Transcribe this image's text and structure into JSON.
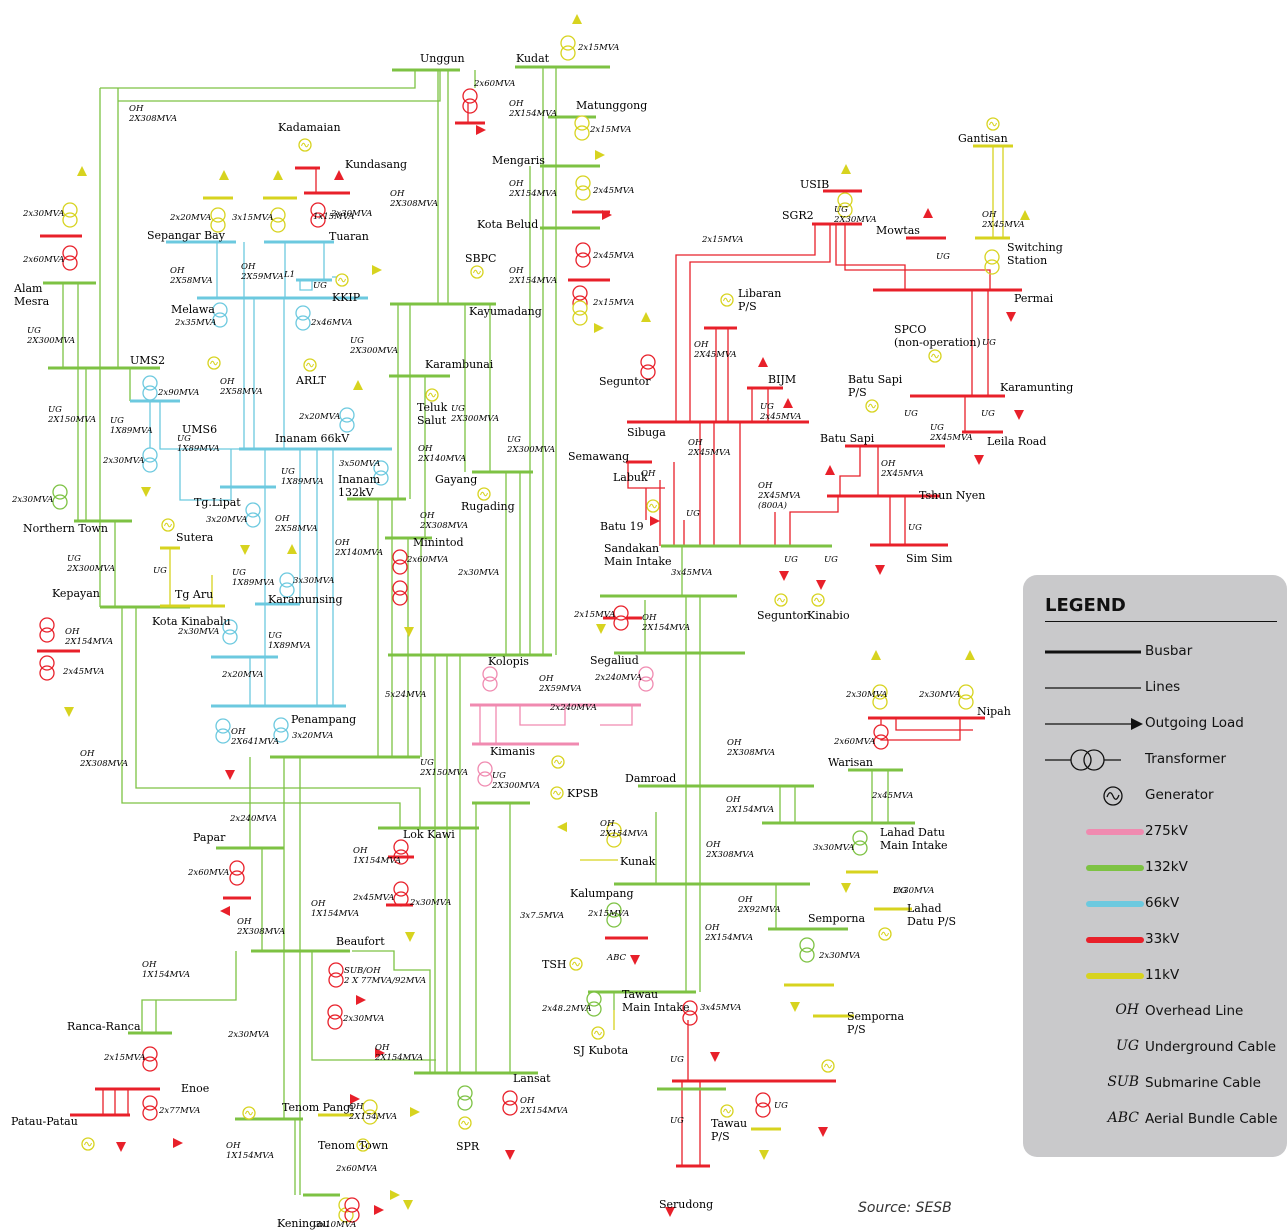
{
  "colors": {
    "kv275": "#f08ab0",
    "kv132": "#7dc243",
    "kv66": "#6cc9df",
    "kv33": "#e8202a",
    "kv11": "#d7d31f",
    "black": "#111111"
  },
  "labels": [
    {
      "id": "unggun",
      "text": "Unggun"
    },
    {
      "id": "kudat",
      "text": "Kudat"
    },
    {
      "id": "matunggong",
      "text": "Matunggong"
    },
    {
      "id": "mengaris",
      "text": "Mengaris"
    },
    {
      "id": "kotabelud",
      "text": "Kota Belud"
    },
    {
      "id": "kadamaian",
      "text": "Kadamaian"
    },
    {
      "id": "kundasang",
      "text": "Kundasang"
    },
    {
      "id": "tuaran",
      "text": "Tuaran"
    },
    {
      "id": "sepangar",
      "text": "Sepangar Bay"
    },
    {
      "id": "kkip",
      "text": "KKIP"
    },
    {
      "id": "alammesra",
      "text": "Alam\nMesra"
    },
    {
      "id": "melawa",
      "text": "Melawa"
    },
    {
      "id": "arlt",
      "text": "ARLT"
    },
    {
      "id": "ums2",
      "text": "UMS2"
    },
    {
      "id": "ums6",
      "text": "UMS6"
    },
    {
      "id": "inanam66",
      "text": "Inanam 66kV"
    },
    {
      "id": "inanam132",
      "text": "Inanam\n132kV"
    },
    {
      "id": "sbpc",
      "text": "SBPC"
    },
    {
      "id": "kayumadang",
      "text": "Kayumadang"
    },
    {
      "id": "karambunai",
      "text": "Karambunai"
    },
    {
      "id": "teluk",
      "text": "Teluk\nSalut"
    },
    {
      "id": "gayang",
      "text": "Gayang"
    },
    {
      "id": "rugading",
      "text": "Rugading"
    },
    {
      "id": "minintod",
      "text": "Minintod"
    },
    {
      "id": "northern",
      "text": "Northern Town"
    },
    {
      "id": "tglipat",
      "text": "Tg.Lipat"
    },
    {
      "id": "sutera",
      "text": "Sutera"
    },
    {
      "id": "tgaru",
      "text": "Tg Aru"
    },
    {
      "id": "kepayan",
      "text": "Kepayan"
    },
    {
      "id": "karamunsing",
      "text": "Karamunsing"
    },
    {
      "id": "kotakinabalu",
      "text": "Kota Kinabalu"
    },
    {
      "id": "penampang",
      "text": "Penampang"
    },
    {
      "id": "kolopis",
      "text": "Kolopis"
    },
    {
      "id": "kimanis",
      "text": "Kimanis"
    },
    {
      "id": "kpsb",
      "text": "KPSB"
    },
    {
      "id": "lokkawi",
      "text": "Lok Kawi"
    },
    {
      "id": "papar",
      "text": "Papar"
    },
    {
      "id": "beaufort",
      "text": "Beaufort"
    },
    {
      "id": "rancaranca",
      "text": "Ranca-Ranca"
    },
    {
      "id": "enoe",
      "text": "Enoe"
    },
    {
      "id": "patau",
      "text": "Patau-Patau"
    },
    {
      "id": "tenompangi",
      "text": "Tenom Pangi"
    },
    {
      "id": "tenomtown",
      "text": "Tenom Town"
    },
    {
      "id": "spr",
      "text": "SPR"
    },
    {
      "id": "lansat",
      "text": "Lansat"
    },
    {
      "id": "keningau",
      "text": "Keningau"
    },
    {
      "id": "gantisan",
      "text": "Gantisan"
    },
    {
      "id": "usib",
      "text": "USIB"
    },
    {
      "id": "sgr2",
      "text": "SGR2"
    },
    {
      "id": "mowtas",
      "text": "Mowtas"
    },
    {
      "id": "switching",
      "text": "Switching\nStation"
    },
    {
      "id": "permai",
      "text": "Permai"
    },
    {
      "id": "libaran",
      "text": "Libaran\nP/S"
    },
    {
      "id": "spco",
      "text": "SPCO\n(non-operation)"
    },
    {
      "id": "seguntor1",
      "text": "Seguntor"
    },
    {
      "id": "bijm",
      "text": "BIJM"
    },
    {
      "id": "batusapips",
      "text": "Batu Sapi\nP/S"
    },
    {
      "id": "karamunting",
      "text": "Karamunting"
    },
    {
      "id": "sibuga",
      "text": "Sibuga"
    },
    {
      "id": "batusapi",
      "text": "Batu Sapi"
    },
    {
      "id": "leila",
      "text": "Leila Road"
    },
    {
      "id": "semawang",
      "text": "Semawang"
    },
    {
      "id": "labuk",
      "text": "Labuk"
    },
    {
      "id": "batu19",
      "text": "Batu  19"
    },
    {
      "id": "tshun",
      "text": "Tshun Nyen"
    },
    {
      "id": "sandakan",
      "text": "Sandakan\nMain Intake"
    },
    {
      "id": "simsim",
      "text": "Sim Sim"
    },
    {
      "id": "seguntor2",
      "text": "Seguntor"
    },
    {
      "id": "kinabio",
      "text": "Kinabio"
    },
    {
      "id": "segaliud",
      "text": "Segaliud"
    },
    {
      "id": "nipah",
      "text": "Nipah"
    },
    {
      "id": "warisan",
      "text": "Warisan"
    },
    {
      "id": "damroad",
      "text": "Damroad"
    },
    {
      "id": "kunak",
      "text": "Kunak"
    },
    {
      "id": "lahad",
      "text": "Lahad Datu\nMain Intake"
    },
    {
      "id": "lahadps",
      "text": "Lahad\nDatu P/S"
    },
    {
      "id": "kalumpang",
      "text": "Kalumpang"
    },
    {
      "id": "semporna",
      "text": "Semporna"
    },
    {
      "id": "tsh",
      "text": "TSH"
    },
    {
      "id": "tawau",
      "text": "Tawau\nMain Intake"
    },
    {
      "id": "sjkubota",
      "text": "SJ Kubota"
    },
    {
      "id": "sempornaps",
      "text": "Semporna\nP/S"
    },
    {
      "id": "tawaups",
      "text": "Tawau\nP/S"
    },
    {
      "id": "serudong",
      "text": "Serudong"
    }
  ],
  "captions": [
    {
      "id": "c1",
      "text": "2x30MVA"
    },
    {
      "id": "c2",
      "text": "2x60MVA"
    },
    {
      "id": "c3",
      "text": "OH\n2X154MVA"
    },
    {
      "id": "c4",
      "text": "2x15MVA"
    },
    {
      "id": "c5",
      "text": "OH\n2X308MVA"
    },
    {
      "id": "c6",
      "text": "2x45MVA"
    },
    {
      "id": "c7",
      "text": "OH\n2X154MVA"
    },
    {
      "id": "c8",
      "text": "2x45MVA"
    },
    {
      "id": "c9",
      "text": "2x15MVA"
    },
    {
      "id": "c10",
      "text": "OH\n2X154MVA"
    },
    {
      "id": "c11",
      "text": "2x15MVA"
    },
    {
      "id": "c12",
      "text": "OH\n2X308MVA"
    },
    {
      "id": "c13",
      "text": "2x30MVA"
    },
    {
      "id": "c14",
      "text": "2x60MVA"
    },
    {
      "id": "c15",
      "text": "2x20MVA"
    },
    {
      "id": "c16",
      "text": "3x15MVA"
    },
    {
      "id": "c17",
      "text": "1x15MVA"
    },
    {
      "id": "c18",
      "text": "OH\n2X58MVA"
    },
    {
      "id": "c19",
      "text": "OH\n2X59MVA"
    },
    {
      "id": "c20",
      "text": "L1"
    },
    {
      "id": "c21",
      "text": "UG"
    },
    {
      "id": "c22",
      "text": "2x35MVA"
    },
    {
      "id": "c23",
      "text": "2x46MVA"
    },
    {
      "id": "c24",
      "text": "UG\n2X300MVA"
    },
    {
      "id": "c25",
      "text": "UG\n2X300MVA"
    },
    {
      "id": "c26",
      "text": "2x90MVA"
    },
    {
      "id": "c27",
      "text": "OH\n2X58MVA"
    },
    {
      "id": "c28",
      "text": "UG\n2X150MVA"
    },
    {
      "id": "c29",
      "text": "UG\n1X89MVA"
    },
    {
      "id": "c30",
      "text": "UG\n1X89MVA"
    },
    {
      "id": "c31",
      "text": "2x30MVA"
    },
    {
      "id": "c32",
      "text": "2x30MVA"
    },
    {
      "id": "c33",
      "text": "2x20MVA"
    },
    {
      "id": "c34",
      "text": "3x50MVA"
    },
    {
      "id": "c35",
      "text": "UG\n2X300MVA"
    },
    {
      "id": "c36",
      "text": "UG\n2X300MVA"
    },
    {
      "id": "c37",
      "text": "OH\n2X140MVA"
    },
    {
      "id": "c38",
      "text": "UG\n1X89MVA"
    },
    {
      "id": "c39",
      "text": "OH\n2X58MVA"
    },
    {
      "id": "c40",
      "text": "3x20MVA"
    },
    {
      "id": "c41",
      "text": "OH\n2X140MVA"
    },
    {
      "id": "c42",
      "text": "OH\n2X308MVA"
    },
    {
      "id": "c43",
      "text": "UG\n2X300MVA"
    },
    {
      "id": "c44",
      "text": "UG"
    },
    {
      "id": "c45",
      "text": "UG\n1X89MVA"
    },
    {
      "id": "c46",
      "text": "3x30MVA"
    },
    {
      "id": "c47",
      "text": "UG\n1X89MVA"
    },
    {
      "id": "c48",
      "text": "2x60MVA"
    },
    {
      "id": "c49",
      "text": "2x30MVA"
    },
    {
      "id": "c50",
      "text": "OH\n2X154MVA"
    },
    {
      "id": "c51",
      "text": "2x45MVA"
    },
    {
      "id": "c52",
      "text": "2x30MVA"
    },
    {
      "id": "c53",
      "text": "2x20MVA"
    },
    {
      "id": "c54",
      "text": "OH\n2X59MVA"
    },
    {
      "id": "c55",
      "text": "2x240MVA"
    },
    {
      "id": "c56",
      "text": "OH\n2X641MVA"
    },
    {
      "id": "c57",
      "text": "3x20MVA"
    },
    {
      "id": "c58",
      "text": "5x24MVA"
    },
    {
      "id": "c59",
      "text": "UG\n2X150MVA"
    },
    {
      "id": "c60",
      "text": "OH\n2X308MVA"
    },
    {
      "id": "c61",
      "text": "UG\n2X300MVA"
    },
    {
      "id": "c62",
      "text": "2x240MVA"
    },
    {
      "id": "c63",
      "text": "OH\n1X154MVA"
    },
    {
      "id": "c64",
      "text": "2x60MVA"
    },
    {
      "id": "c65",
      "text": "2x45MVA"
    },
    {
      "id": "c66",
      "text": "2x30MVA"
    },
    {
      "id": "c67",
      "text": "OH\n2X308MVA"
    },
    {
      "id": "c68",
      "text": "OH\n1X154MVA"
    },
    {
      "id": "c69",
      "text": "OH\n1X154MVA"
    },
    {
      "id": "c70",
      "text": "SUB/OH\n2 X 77MVA/92MVA"
    },
    {
      "id": "c71",
      "text": "2x30MVA"
    },
    {
      "id": "c72",
      "text": "2x15MVA"
    },
    {
      "id": "c73",
      "text": "2x77MVA"
    },
    {
      "id": "c74",
      "text": "2x30MVA"
    },
    {
      "id": "c75",
      "text": "OH\n2X154MVA"
    },
    {
      "id": "c76",
      "text": "OH\n1X154MVA"
    },
    {
      "id": "c77",
      "text": "OH\n2X154MVA"
    },
    {
      "id": "c78",
      "text": "3x7.5MVA"
    },
    {
      "id": "c79",
      "text": "OH\n2X154MVA"
    },
    {
      "id": "c80",
      "text": "2x60MVA"
    },
    {
      "id": "c81",
      "text": "3x10MVA"
    },
    {
      "id": "c82",
      "text": "2x15MVA"
    },
    {
      "id": "c83",
      "text": "UG\n2X30MVA"
    },
    {
      "id": "c84",
      "text": "UG"
    },
    {
      "id": "c85",
      "text": "OH\n2X45MVA"
    },
    {
      "id": "c86",
      "text": "UG"
    },
    {
      "id": "c87",
      "text": "OH\n2X45MVA"
    },
    {
      "id": "c88",
      "text": "UG\n2x45MVA"
    },
    {
      "id": "c89",
      "text": "UG"
    },
    {
      "id": "c90",
      "text": "UG\n2X45MVA"
    },
    {
      "id": "c91",
      "text": "UG"
    },
    {
      "id": "c92",
      "text": "OH\n2X45MVA"
    },
    {
      "id": "c93",
      "text": "OH\n2X45MVA"
    },
    {
      "id": "c94",
      "text": "OH"
    },
    {
      "id": "c95",
      "text": "UG"
    },
    {
      "id": "c96",
      "text": "OH\n2X45MVA\n(800A)"
    },
    {
      "id": "c97",
      "text": "UG"
    },
    {
      "id": "c98",
      "text": "UG"
    },
    {
      "id": "c99",
      "text": "UG"
    },
    {
      "id": "c100",
      "text": "3x45MVA"
    },
    {
      "id": "c101",
      "text": "2x15MVA"
    },
    {
      "id": "c102",
      "text": "OH\n2X154MVA"
    },
    {
      "id": "c103",
      "text": "2x240MVA"
    },
    {
      "id": "c104",
      "text": "2x30MVA"
    },
    {
      "id": "c105",
      "text": "2x30MVA"
    },
    {
      "id": "c106",
      "text": "2x60MVA"
    },
    {
      "id": "c107",
      "text": "OH\n2X308MVA"
    },
    {
      "id": "c108",
      "text": "OH\n2X154MVA"
    },
    {
      "id": "c109",
      "text": "2x45MVA"
    },
    {
      "id": "c110",
      "text": "OH\n2X154MVA"
    },
    {
      "id": "c111",
      "text": "3x30MVA"
    },
    {
      "id": "c112",
      "text": "OH\n2X308MVA"
    },
    {
      "id": "c113",
      "text": "UG"
    },
    {
      "id": "c114",
      "text": "2x15MVA"
    },
    {
      "id": "c115",
      "text": "OH\n2X92MVA"
    },
    {
      "id": "c116",
      "text": "ABC"
    },
    {
      "id": "c117",
      "text": "OH\n2X154MVA"
    },
    {
      "id": "c118",
      "text": "2x30MVA"
    },
    {
      "id": "c119",
      "text": "2x48.2MVA"
    },
    {
      "id": "c120",
      "text": "3x45MVA"
    },
    {
      "id": "c121",
      "text": "UG"
    },
    {
      "id": "c122",
      "text": "UG"
    },
    {
      "id": "c123",
      "text": "UG"
    },
    {
      "id": "c124",
      "text": "2x30MVA"
    },
    {
      "id": "c125",
      "text": "UG"
    }
  ],
  "legend": {
    "title": "LEGEND",
    "items": [
      {
        "label": "Busbar",
        "symbol": "busbar"
      },
      {
        "label": "Lines",
        "symbol": "line"
      },
      {
        "label": "Outgoing Load",
        "symbol": "arrow"
      },
      {
        "label": "Transformer",
        "symbol": "transformer"
      },
      {
        "label": "Generator",
        "symbol": "generator"
      },
      {
        "label": "275kV",
        "symbol": "swatch",
        "color": "#f08ab0"
      },
      {
        "label": "132kV",
        "symbol": "swatch",
        "color": "#7dc243"
      },
      {
        "label": "66kV",
        "symbol": "swatch",
        "color": "#6cc9df"
      },
      {
        "label": "33kV",
        "symbol": "swatch",
        "color": "#e8202a"
      },
      {
        "label": "11kV",
        "symbol": "swatch",
        "color": "#d7d31f"
      },
      {
        "label": "Overhead Line",
        "symbol": "abbr",
        "abbr": "OH"
      },
      {
        "label": "Underground Cable",
        "symbol": "abbr",
        "abbr": "UG"
      },
      {
        "label": "Submarine Cable",
        "symbol": "abbr",
        "abbr": "SUB"
      },
      {
        "label": "Aerial Bundle Cable",
        "symbol": "abbr",
        "abbr": "ABC"
      }
    ]
  },
  "source": "Source: SESB"
}
